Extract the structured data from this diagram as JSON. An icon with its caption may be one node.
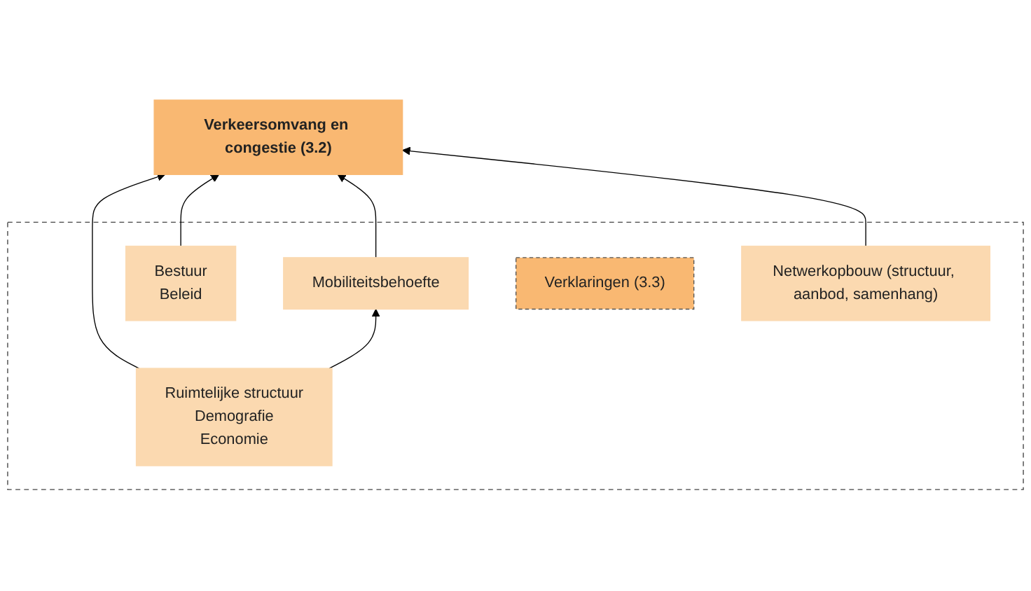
{
  "diagram": {
    "nodes": [
      {
        "text": [
          "Verkeersomvang en congestie (3.2)"
        ]
      },
      {
        "text": [],
        "shape": "box"
      },
      {
        "text": [
          "Ruimtelijke structuur",
          "Demografie",
          "Economie"
        ],
        "in": 1
      },
      {
        "text": [
          "Netwerkopbouw (structuur, aanbod, samenhang)"
        ],
        "in": 1
      },
      {
        "text": [
          "Bestuur",
          "Beleid"
        ],
        "in": 1
      },
      {
        "text": [
          "Mobiliteitsbehoefte"
        ],
        "in": 1
      },
      {
        "text": [
          "Verklaringen (3.3)"
        ],
        "in": 1
      }
    ],
    "edges": [
      {
        "from": 2,
        "to": 0,
        "arrow": "to"
      },
      {
        "from": 4,
        "to": 0,
        "arrow": "to"
      },
      {
        "from": 5,
        "to": 0,
        "arrow": "to"
      },
      {
        "from": 3,
        "to": 0,
        "arrow": "to"
      },
      {
        "from": 2,
        "to": 5,
        "arrow": "to"
      }
    ]
  }
}
